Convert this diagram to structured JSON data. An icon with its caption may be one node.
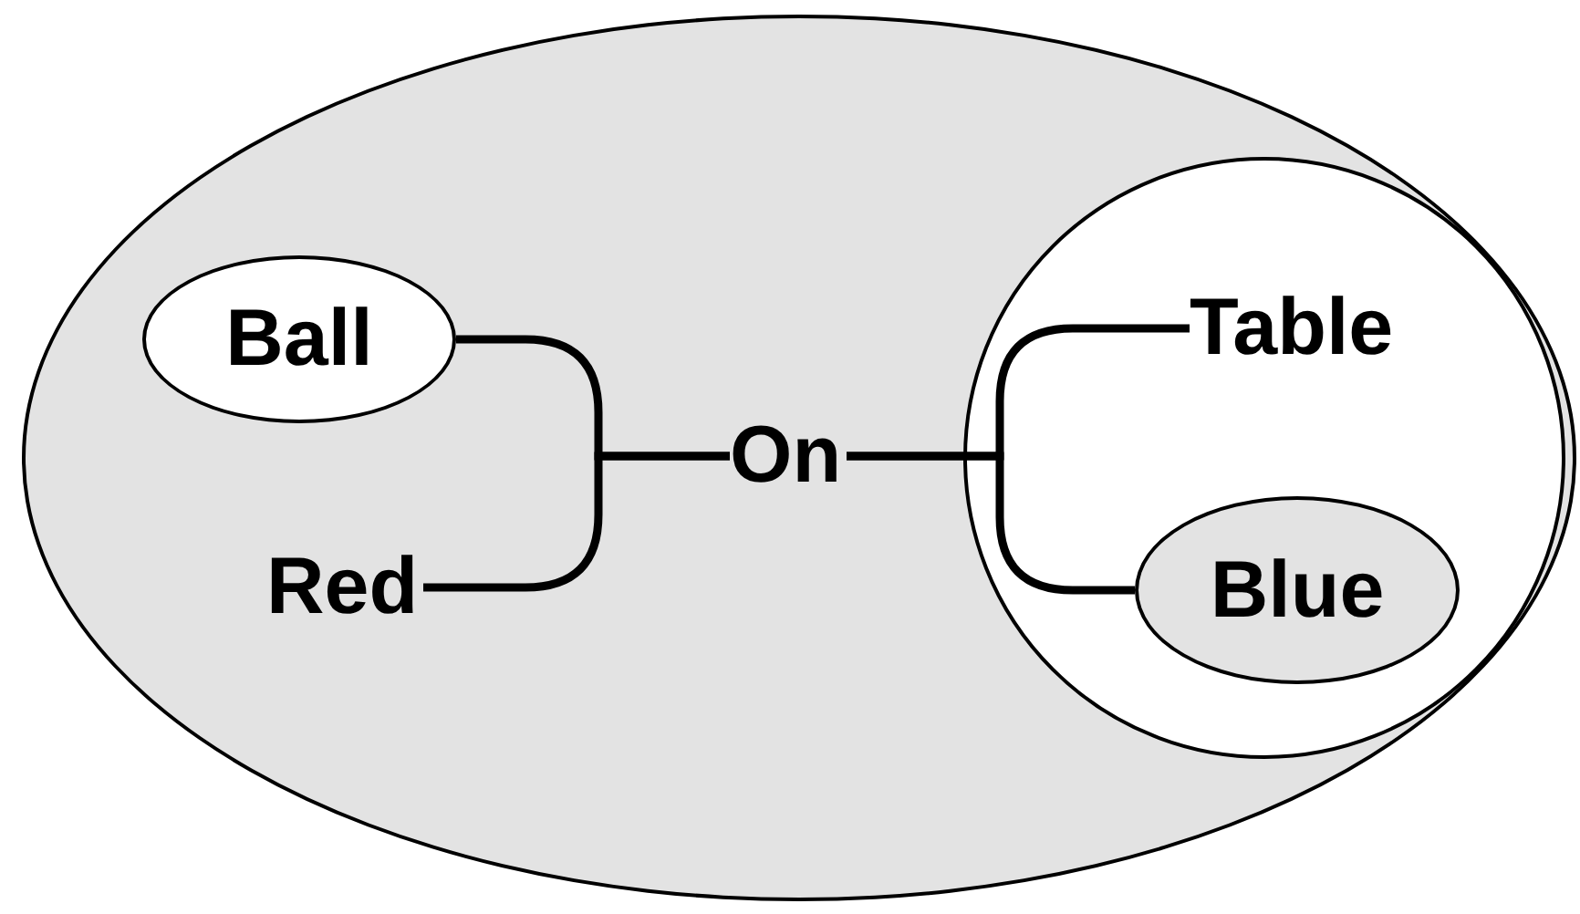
{
  "diagram": {
    "nodes": [
      {
        "text": [],
        "shape": "ellipse"
      },
      {
        "text": [
          "Ball"
        ],
        "in": 0
      },
      {
        "text": [
          "Red"
        ],
        "in": 0
      },
      {
        "text": [
          "On"
        ],
        "in": 0
      },
      {
        "text": [],
        "shape": "circle",
        "in": 0
      },
      {
        "text": [
          "Table"
        ],
        "in": 4
      },
      {
        "text": [
          "Blue"
        ],
        "in": 4
      }
    ],
    "edges": [
      {
        "from": 1,
        "to": 3,
        "arrow": "none"
      },
      {
        "from": 2,
        "to": 3,
        "arrow": "none"
      },
      {
        "from": 3,
        "to": 5,
        "arrow": "none"
      },
      {
        "from": 3,
        "to": 6,
        "arrow": "none"
      }
    ]
  }
}
